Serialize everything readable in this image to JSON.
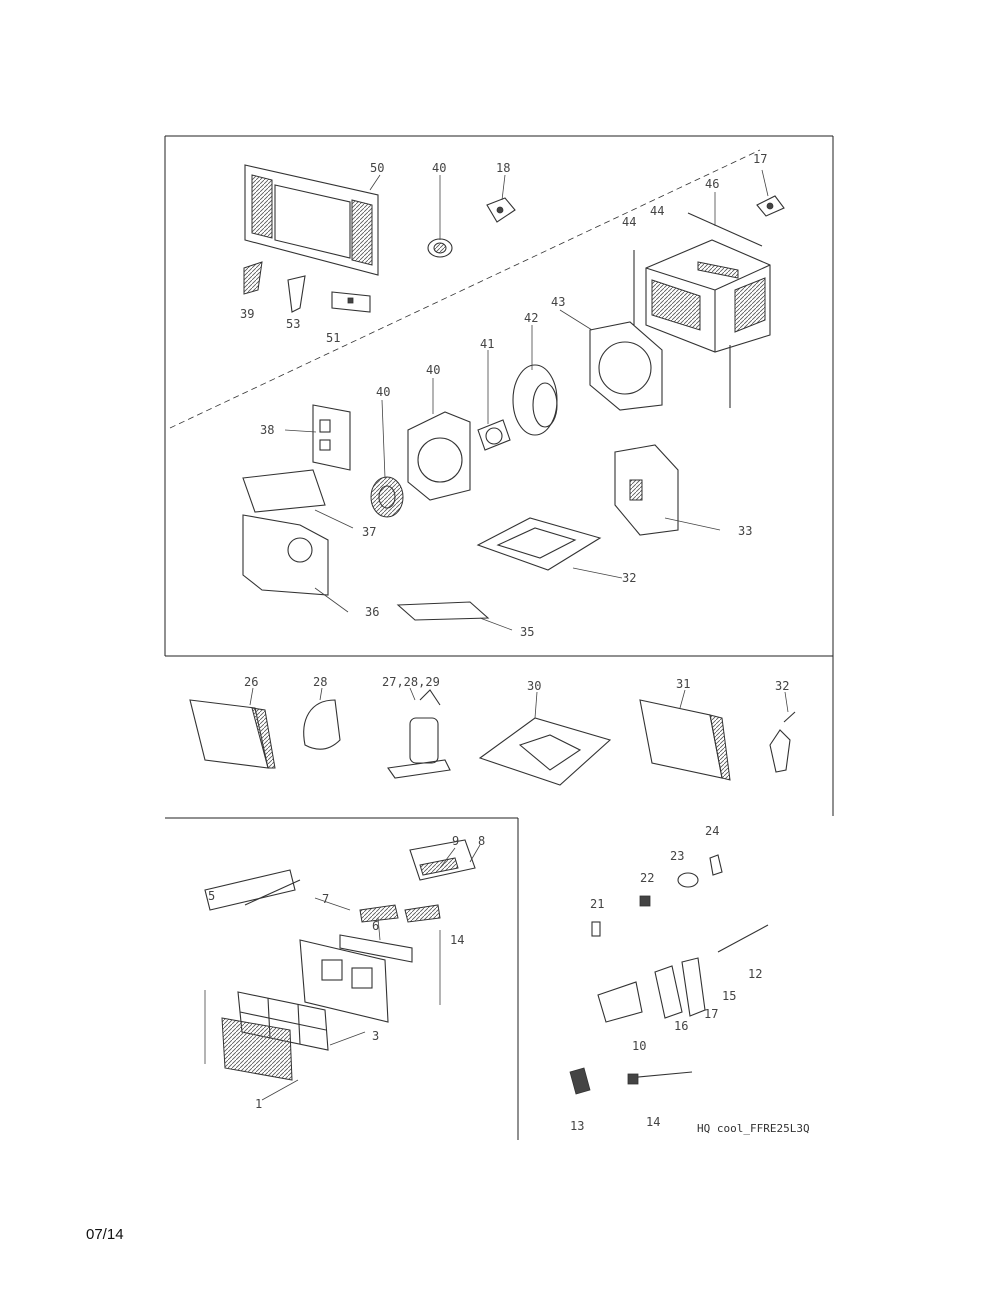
{
  "page": {
    "date": "07/14",
    "caption": "HQ cool_FFRE25L3Q"
  },
  "callouts": {
    "top": [
      "50",
      "40",
      "18",
      "17",
      "46",
      "44",
      "44",
      "43",
      "39",
      "53",
      "51",
      "42",
      "38",
      "41",
      "40",
      "40",
      "37",
      "36",
      "33",
      "32",
      "35"
    ],
    "middle": [
      "26",
      "28",
      "27,28,29",
      "30",
      "31",
      "32"
    ],
    "bottom_left": [
      "9",
      "8",
      "5",
      "7",
      "6",
      "14",
      "3",
      "1"
    ],
    "bottom_right": [
      "24",
      "23",
      "22",
      "21",
      "10",
      "12",
      "15",
      "16",
      "17",
      "13",
      "14"
    ]
  }
}
